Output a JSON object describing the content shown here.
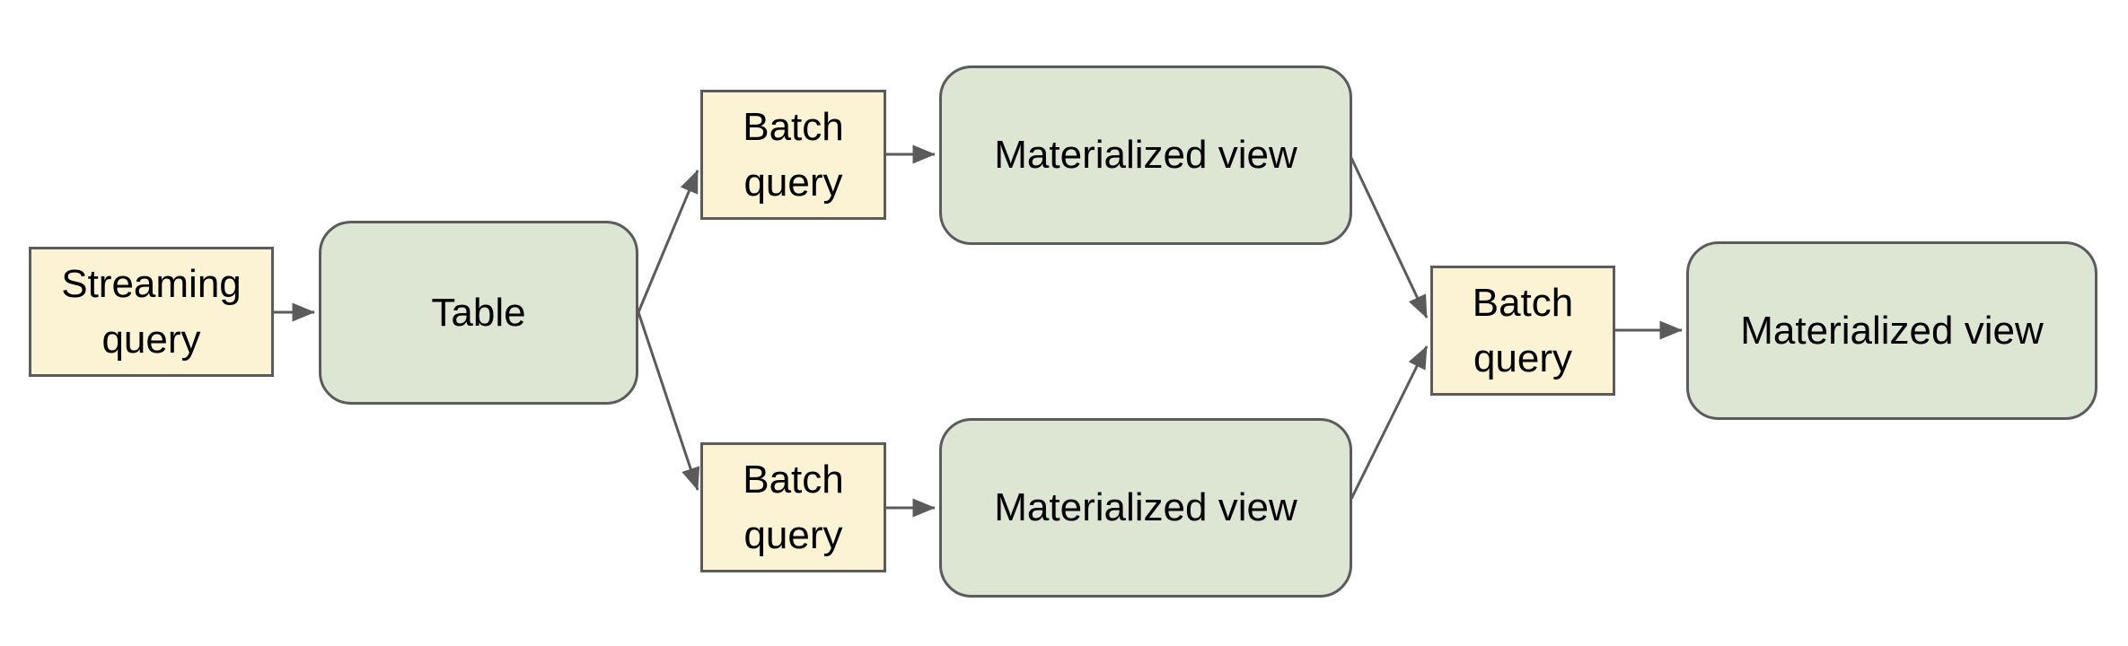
{
  "diagram": {
    "type": "flowchart",
    "background": "#ffffff",
    "colors": {
      "node_yellow_fill": "#fbf3d3",
      "node_green_fill": "#dce6d3",
      "node_border": "#5b5b5b",
      "connector": "#5b5b5b",
      "text": "#000000"
    },
    "nodes": [
      {
        "id": "streaming-query",
        "type": "query",
        "label": "Streaming query"
      },
      {
        "id": "table",
        "type": "table",
        "label": "Table"
      },
      {
        "id": "batch-query-top",
        "type": "query",
        "label": "Batch query"
      },
      {
        "id": "materialized-view-top",
        "type": "view",
        "label": "Materialized view"
      },
      {
        "id": "batch-query-bottom",
        "type": "query",
        "label": "Batch query"
      },
      {
        "id": "materialized-view-bottom",
        "type": "view",
        "label": "Materialized view"
      },
      {
        "id": "batch-query-right",
        "type": "query",
        "label": "Batch query"
      },
      {
        "id": "materialized-view-right",
        "type": "view",
        "label": "Materialized view"
      }
    ],
    "edges": [
      {
        "from": "streaming-query",
        "to": "table"
      },
      {
        "from": "table",
        "to": "batch-query-top"
      },
      {
        "from": "table",
        "to": "batch-query-bottom"
      },
      {
        "from": "batch-query-top",
        "to": "materialized-view-top"
      },
      {
        "from": "batch-query-bottom",
        "to": "materialized-view-bottom"
      },
      {
        "from": "materialized-view-top",
        "to": "batch-query-right"
      },
      {
        "from": "materialized-view-bottom",
        "to": "batch-query-right"
      },
      {
        "from": "batch-query-right",
        "to": "materialized-view-right"
      }
    ]
  }
}
